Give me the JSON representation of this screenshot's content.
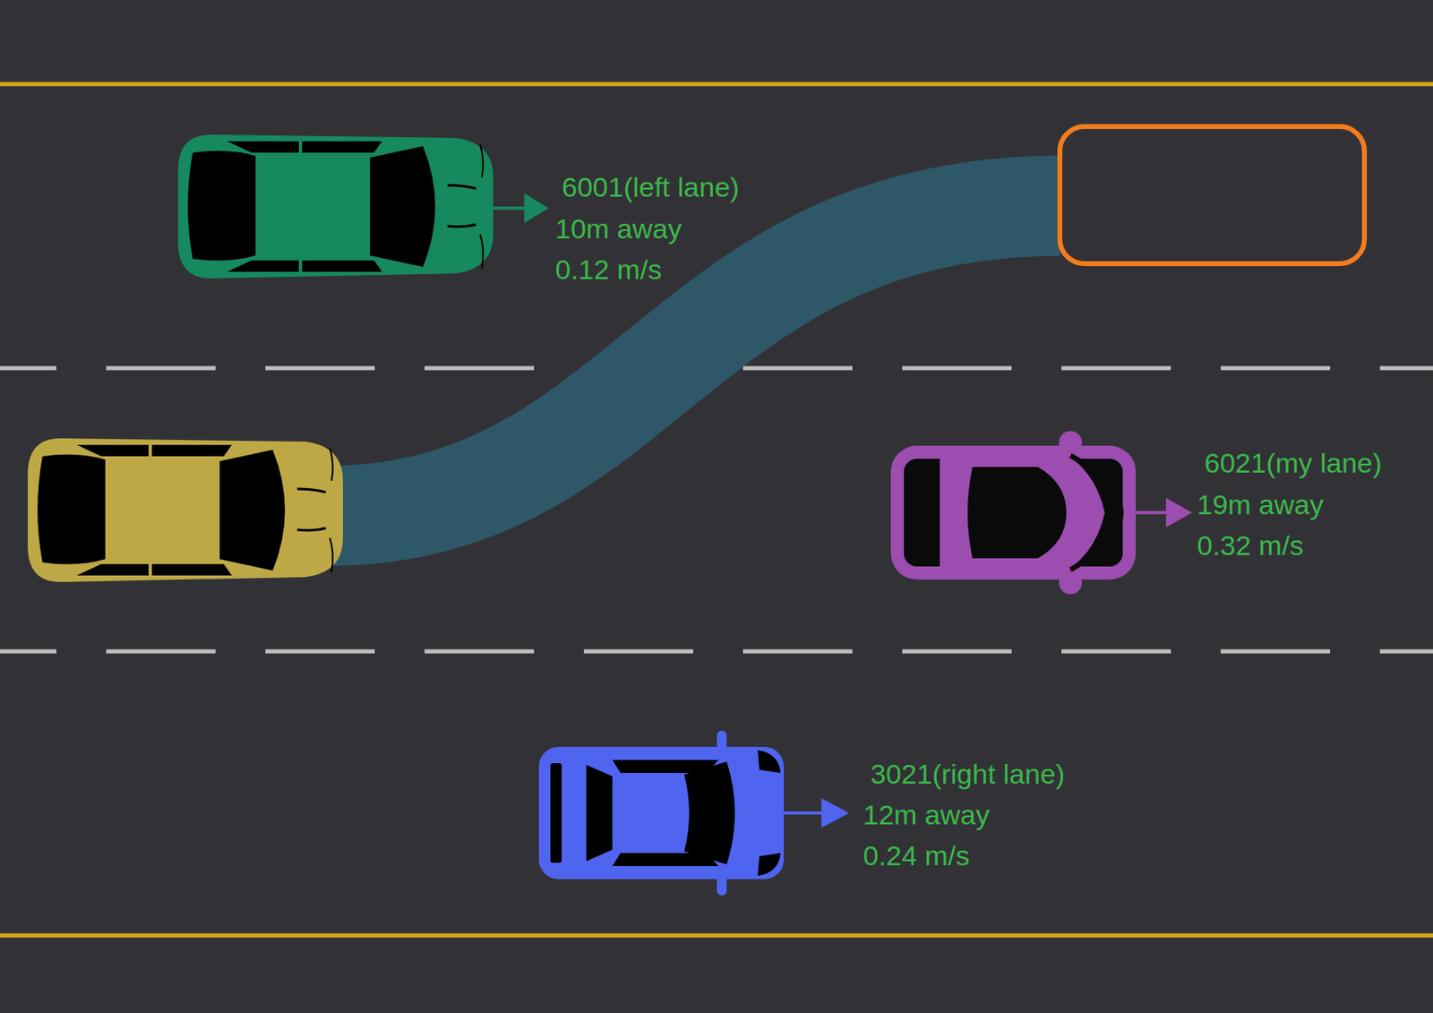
{
  "diagram": {
    "labels": [
      "6001(left lane)",
      "10m away",
      "0.12 m/s",
      "6021(my lane)",
      "19m away",
      "0.32 m/s",
      "3021(right lane)",
      "12m away",
      "0.24 m/s"
    ]
  }
}
